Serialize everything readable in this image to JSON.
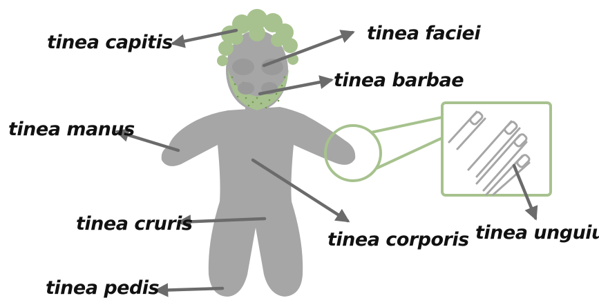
{
  "labels": {
    "capitis": "tinea capitis",
    "faciei": "tinea faciei",
    "barbae": "tinea barbae",
    "manus": "tinea manus",
    "cruris": "tinea cruris",
    "corporis": "tinea corporis",
    "unguium": "tinea unguium",
    "pedis": "tinea pedis"
  },
  "colors": {
    "body": "#a6a6a6",
    "infection": "#a7c28e",
    "infection_dark": "#6f9a4f",
    "arrow": "#6b6b6b",
    "text": "#111111"
  }
}
